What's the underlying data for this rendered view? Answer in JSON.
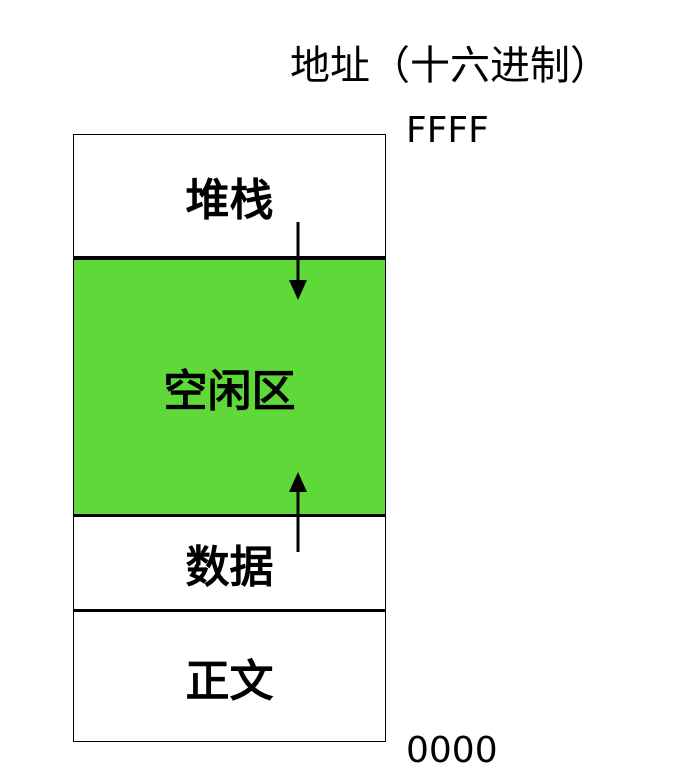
{
  "header": {
    "address_title": "地址（十六进制）"
  },
  "addresses": {
    "high": "FFFF",
    "low": "0000"
  },
  "segments": {
    "stack": "堆栈",
    "free": "空闲区",
    "data": "数据",
    "text": "正文"
  },
  "colors": {
    "free_area": "#5fd83a",
    "border": "#000000"
  },
  "icons": {
    "stack_growth": "arrow-down-icon",
    "data_growth": "arrow-up-icon"
  }
}
